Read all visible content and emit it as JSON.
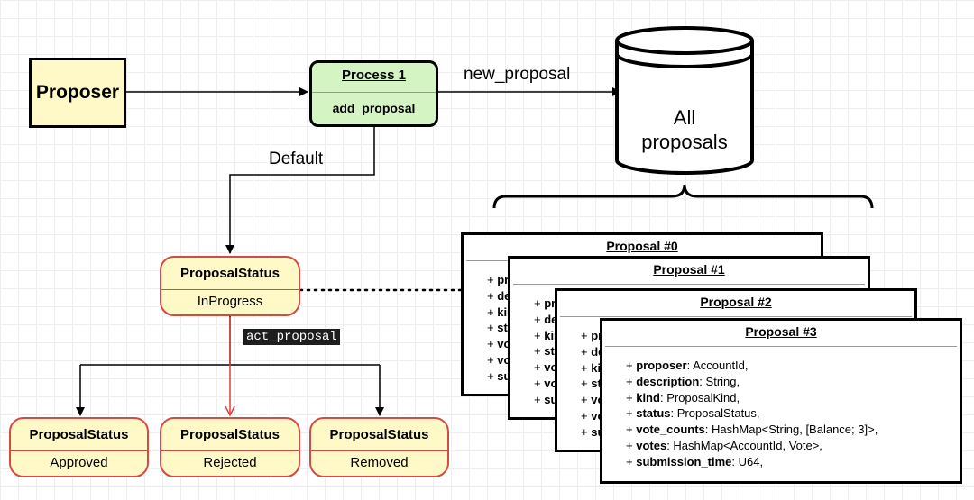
{
  "nodes": {
    "proposer": "Proposer",
    "process_title": "Process 1",
    "process_body": "add_proposal",
    "database": [
      "All",
      "proposals"
    ]
  },
  "edges": {
    "new_proposal": "new_proposal",
    "default": "Default",
    "act_proposal": "act_proposal"
  },
  "states": {
    "name": "ProposalStatus",
    "in_progress": "InProgress",
    "approved": "Approved",
    "rejected": "Rejected",
    "removed": "Removed"
  },
  "proposals": {
    "titles": [
      "Proposal #0",
      "Proposal #1",
      "Proposal #2",
      "Proposal #3"
    ],
    "fields": [
      {
        "name": "proposer",
        "type": "AccountId,"
      },
      {
        "name": "description",
        "type": "String,"
      },
      {
        "name": "kind",
        "type": "ProposalKind,"
      },
      {
        "name": "status",
        "type": "ProposalStatus,"
      },
      {
        "name": "vote_counts",
        "type": "HashMap<String, [Balance; 3]>,"
      },
      {
        "name": "votes",
        "type": "HashMap<AccountId, Vote>,"
      },
      {
        "name": "submission_time",
        "type": "U64,"
      }
    ]
  },
  "colors": {
    "proposer_fill": "#fff9c7",
    "process_fill": "#d5f4c4",
    "state_fill": "#fff9c7",
    "state_border": "#d44a45",
    "rejected_arrow": "#e0403a"
  }
}
